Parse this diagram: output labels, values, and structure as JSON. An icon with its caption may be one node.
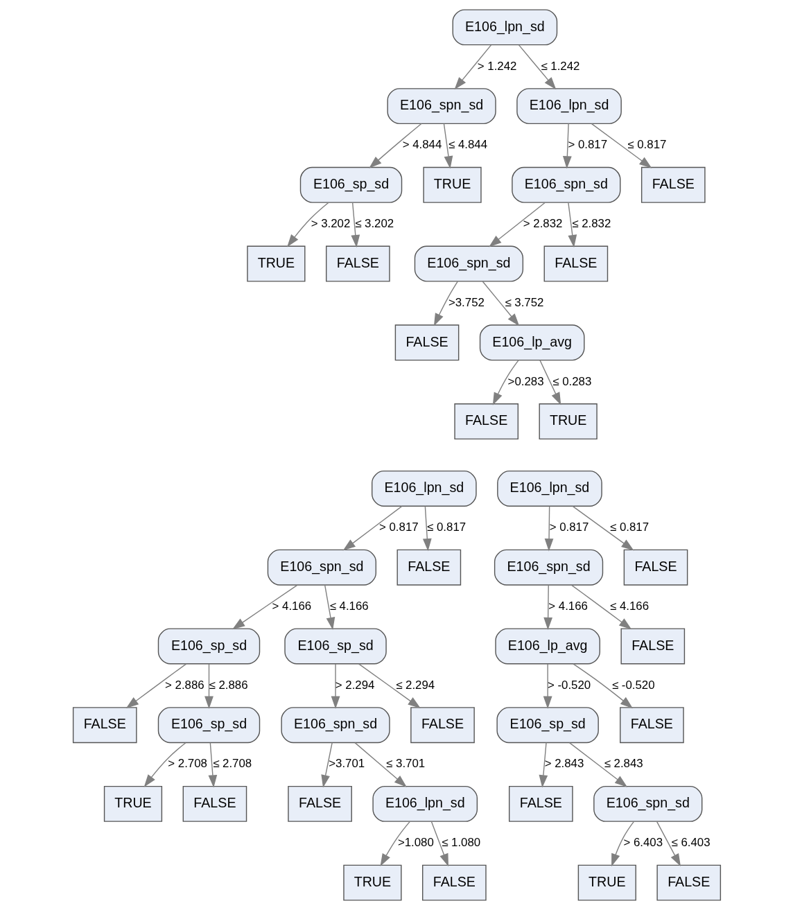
{
  "diagram": {
    "nodes": [
      {
        "text": [
          "E106_lpn_sd"
        ]
      },
      {
        "text": [
          "E106_spn_sd"
        ]
      },
      {
        "text": [
          "E106_lpn_sd"
        ]
      },
      {
        "text": [
          "E106_sp_sd"
        ]
      },
      {
        "text": [
          "TRUE"
        ]
      },
      {
        "text": [
          "TRUE"
        ]
      },
      {
        "text": [
          "FALSE"
        ]
      },
      {
        "text": [
          "E106_spn_sd"
        ]
      },
      {
        "text": [
          "FALSE"
        ]
      },
      {
        "text": [
          "E106_spn_sd"
        ]
      },
      {
        "text": [
          "FALSE"
        ]
      },
      {
        "text": [
          "FALSE"
        ]
      },
      {
        "text": [
          "E106_lp_avg"
        ]
      },
      {
        "text": [
          "FALSE"
        ]
      },
      {
        "text": [
          "TRUE"
        ]
      },
      {
        "text": [
          "E106_lpn_sd"
        ]
      },
      {
        "text": [
          "E106_spn_sd"
        ]
      },
      {
        "text": [
          "FALSE"
        ]
      },
      {
        "text": [
          "E106_sp_sd"
        ]
      },
      {
        "text": [
          "E106_sp_sd"
        ]
      },
      {
        "text": [
          "FALSE"
        ]
      },
      {
        "text": [
          "E106_sp_sd"
        ]
      },
      {
        "text": [
          "TRUE"
        ]
      },
      {
        "text": [
          "FALSE"
        ]
      },
      {
        "text": [
          "E106_spn_sd"
        ]
      },
      {
        "text": [
          "FALSE"
        ]
      },
      {
        "text": [
          "FALSE"
        ]
      },
      {
        "text": [
          "E106_lpn_sd"
        ]
      },
      {
        "text": [
          "TRUE"
        ]
      },
      {
        "text": [
          "FALSE"
        ]
      },
      {
        "text": [
          "E106_lpn_sd"
        ]
      },
      {
        "text": [
          "E106_spn_sd"
        ]
      },
      {
        "text": [
          "FALSE"
        ]
      },
      {
        "text": [
          "E106_lp_avg"
        ]
      },
      {
        "text": [
          "FALSE"
        ]
      },
      {
        "text": [
          "E106_sp_sd"
        ]
      },
      {
        "text": [
          "FALSE"
        ]
      },
      {
        "text": [
          "FALSE"
        ]
      },
      {
        "text": [
          "E106_spn_sd"
        ]
      },
      {
        "text": [
          "TRUE"
        ]
      },
      {
        "text": [
          "FALSE"
        ]
      }
    ],
    "edges": [
      {
        "from": 0,
        "to": 1,
        "arrow": "to",
        "label": "> 1.242"
      },
      {
        "from": 0,
        "to": 2,
        "arrow": "to",
        "label": "≤ 1.242"
      },
      {
        "from": 1,
        "to": 3,
        "arrow": "to",
        "label": "> 4.844"
      },
      {
        "from": 1,
        "to": 4,
        "arrow": "to",
        "label": "≤ 4.844"
      },
      {
        "from": 3,
        "to": 5,
        "arrow": "to",
        "label": "> 3.202"
      },
      {
        "from": 3,
        "to": 6,
        "arrow": "to",
        "label": "≤ 3.202"
      },
      {
        "from": 2,
        "to": 7,
        "arrow": "to",
        "label": "> 0.817"
      },
      {
        "from": 2,
        "to": 8,
        "arrow": "to",
        "label": "≤ 0.817"
      },
      {
        "from": 7,
        "to": 9,
        "arrow": "to",
        "label": "> 2.832"
      },
      {
        "from": 7,
        "to": 10,
        "arrow": "to",
        "label": "≤ 2.832"
      },
      {
        "from": 9,
        "to": 11,
        "arrow": "to",
        "label": ">3.752"
      },
      {
        "from": 9,
        "to": 12,
        "arrow": "to",
        "label": "≤ 3.752"
      },
      {
        "from": 12,
        "to": 13,
        "arrow": "to",
        "label": ">0.283"
      },
      {
        "from": 12,
        "to": 14,
        "arrow": "to",
        "label": "≤ 0.283"
      },
      {
        "from": 15,
        "to": 16,
        "arrow": "to",
        "label": "> 0.817"
      },
      {
        "from": 15,
        "to": 17,
        "arrow": "to",
        "label": "≤ 0.817"
      },
      {
        "from": 16,
        "to": 18,
        "arrow": "to",
        "label": "> 4.166"
      },
      {
        "from": 16,
        "to": 19,
        "arrow": "to",
        "label": "≤ 4.166"
      },
      {
        "from": 18,
        "to": 20,
        "arrow": "to",
        "label": "> 2.886"
      },
      {
        "from": 18,
        "to": 21,
        "arrow": "to",
        "label": "≤ 2.886"
      },
      {
        "from": 21,
        "to": 22,
        "arrow": "to",
        "label": "> 2.708"
      },
      {
        "from": 21,
        "to": 23,
        "arrow": "to",
        "label": "≤ 2.708"
      },
      {
        "from": 19,
        "to": 24,
        "arrow": "to",
        "label": "> 2.294"
      },
      {
        "from": 19,
        "to": 25,
        "arrow": "to",
        "label": "≤ 2.294"
      },
      {
        "from": 24,
        "to": 26,
        "arrow": "to",
        "label": ">3.701"
      },
      {
        "from": 24,
        "to": 27,
        "arrow": "to",
        "label": "≤ 3.701"
      },
      {
        "from": 27,
        "to": 28,
        "arrow": "to",
        "label": ">1.080"
      },
      {
        "from": 27,
        "to": 29,
        "arrow": "to",
        "label": "≤ 1.080"
      },
      {
        "from": 30,
        "to": 31,
        "arrow": "to",
        "label": "> 0.817"
      },
      {
        "from": 30,
        "to": 32,
        "arrow": "to",
        "label": "≤ 0.817"
      },
      {
        "from": 31,
        "to": 33,
        "arrow": "to",
        "label": "> 4.166"
      },
      {
        "from": 31,
        "to": 34,
        "arrow": "to",
        "label": "≤ 4.166"
      },
      {
        "from": 33,
        "to": 35,
        "arrow": "to",
        "label": "> -0.520"
      },
      {
        "from": 33,
        "to": 36,
        "arrow": "to",
        "label": "≤ -0.520"
      },
      {
        "from": 35,
        "to": 37,
        "arrow": "to",
        "label": "> 2.843"
      },
      {
        "from": 35,
        "to": 38,
        "arrow": "to",
        "label": "≤ 2.843"
      },
      {
        "from": 38,
        "to": 39,
        "arrow": "to",
        "label": "> 6.403"
      },
      {
        "from": 38,
        "to": 40,
        "arrow": "to",
        "label": "≤ 6.403"
      }
    ]
  }
}
